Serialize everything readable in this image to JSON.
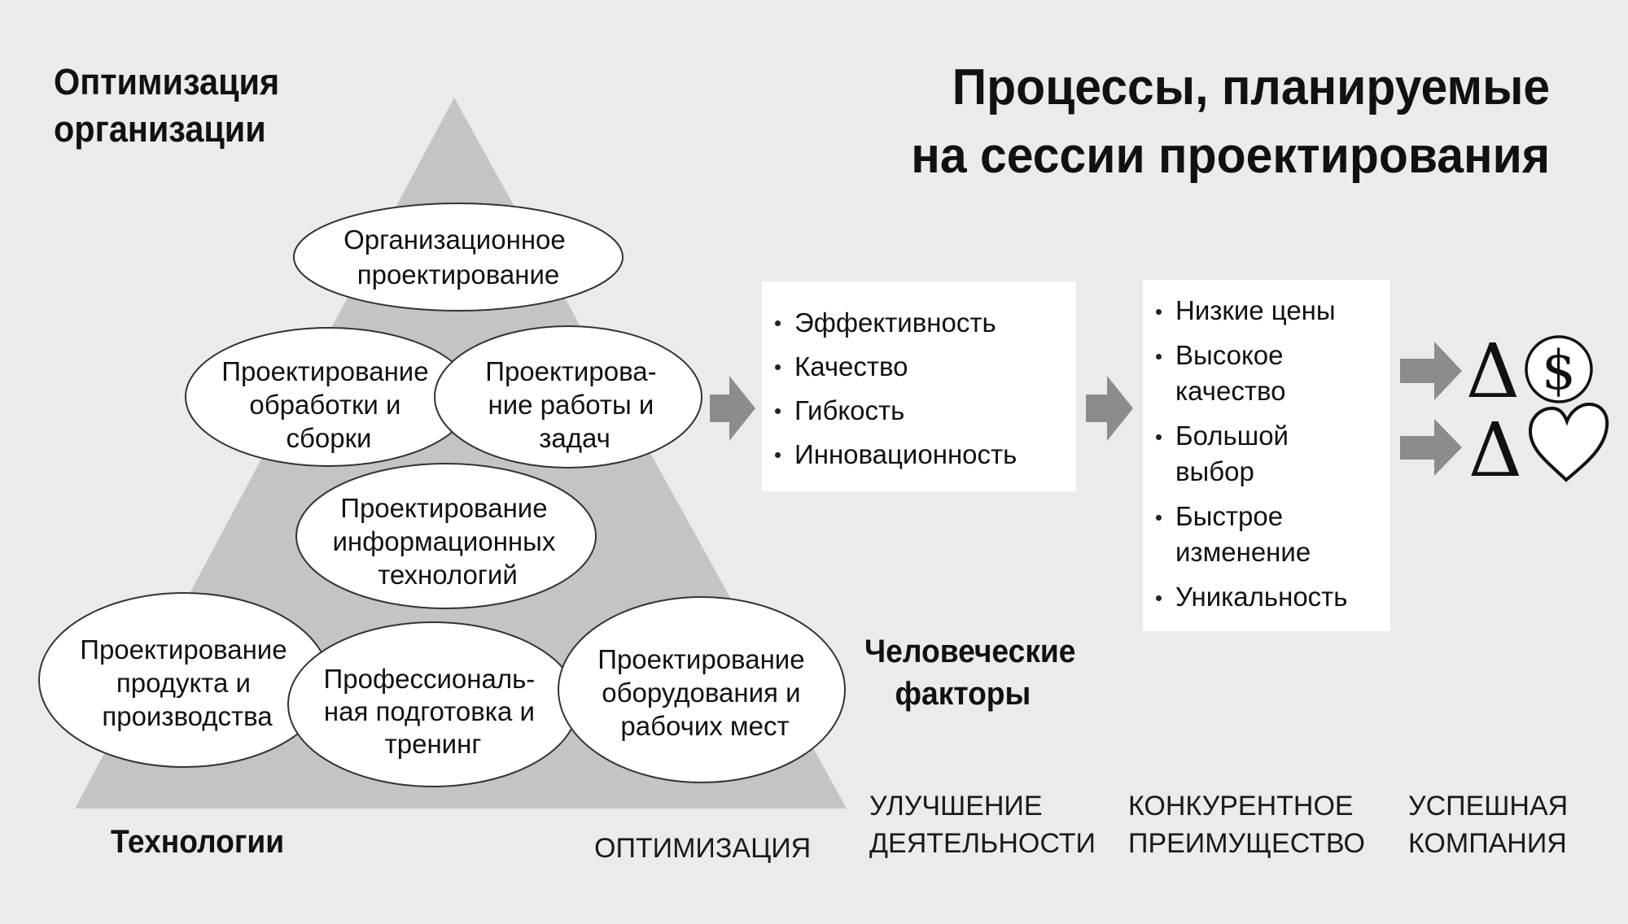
{
  "labels": {
    "corner_top_left": [
      "Оптимизация",
      "организации"
    ],
    "main_title": [
      "Процессы, планируемые",
      "на сессии проектирования"
    ],
    "human_factors": [
      "Человеческие",
      "факторы"
    ],
    "technology": "Технологии"
  },
  "stages": {
    "optimization": "ОПТИМИЗАЦИЯ",
    "improvement": [
      "УЛУЧШЕНИЕ",
      "ДЕЯТЕЛЬНОСТИ"
    ],
    "advantage": [
      "КОНКУРЕНТНОЕ",
      "ПРЕИМУЩЕСТВО"
    ],
    "success": [
      "УСПЕШНАЯ",
      "КОМПАНИЯ"
    ]
  },
  "ovals": {
    "organizational": [
      "Организационное",
      "проектирование"
    ],
    "processing": [
      "Проектирование",
      "обработки и",
      "сборки"
    ],
    "work_tasks": [
      "Проектирова-",
      "ние работы и",
      "задач"
    ],
    "it": [
      "Проектирование",
      "информационных",
      "технологий"
    ],
    "product": [
      "Проектирование",
      "продукта и",
      "производства"
    ],
    "training": [
      "Профессиональ-",
      "ная подготовка и",
      "тренинг"
    ],
    "equipment": [
      "Проектирование",
      "оборудования и",
      "рабочих мест"
    ]
  },
  "improvement_box": [
    "Эффективность",
    "Качество",
    "Гибкость",
    "Инновационность"
  ],
  "advantage_box": [
    [
      "Низкие цены"
    ],
    [
      "Высокое",
      "качество"
    ],
    [
      "Большой",
      "выбор"
    ],
    [
      "Быстрое",
      "изменение"
    ],
    [
      "Уникальность"
    ]
  ],
  "symbols": {
    "delta": "Δ",
    "dollar": "$",
    "dollar_icon": "dollar-circle-icon",
    "heart_icon": "heart-outline-icon"
  },
  "colors": {
    "background": "#ebebeb",
    "pyramid": "#c4c4c4",
    "arrow": "#8c8c8c",
    "oval_fill": "#ffffff",
    "box_fill": "#ffffff"
  }
}
